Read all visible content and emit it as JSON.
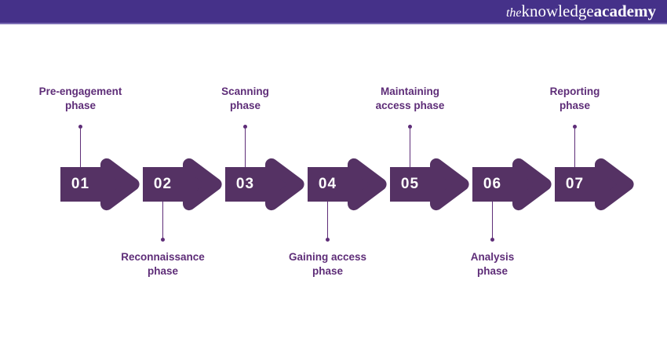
{
  "header": {
    "logo_the": "the",
    "logo_knowledge": "knowledge",
    "logo_academy": "academy"
  },
  "colors": {
    "background": "#ffffff",
    "header_bg": "#453189",
    "arrow": "#553264",
    "number_text": "#ffffff",
    "label_text": "#5e2d78",
    "connector": "#5e2d78"
  },
  "phases": [
    {
      "number": "01",
      "label": "Pre-engagement\nphase",
      "label_position": "top"
    },
    {
      "number": "02",
      "label": "Reconnaissance\nphase",
      "label_position": "bottom"
    },
    {
      "number": "03",
      "label": "Scanning\nphase",
      "label_position": "top"
    },
    {
      "number": "04",
      "label": "Gaining access\nphase",
      "label_position": "bottom"
    },
    {
      "number": "05",
      "label": "Maintaining\naccess phase",
      "label_position": "top"
    },
    {
      "number": "06",
      "label": "Analysis\nphase",
      "label_position": "bottom"
    },
    {
      "number": "07",
      "label": "Reporting\nphase",
      "label_position": "top"
    }
  ]
}
